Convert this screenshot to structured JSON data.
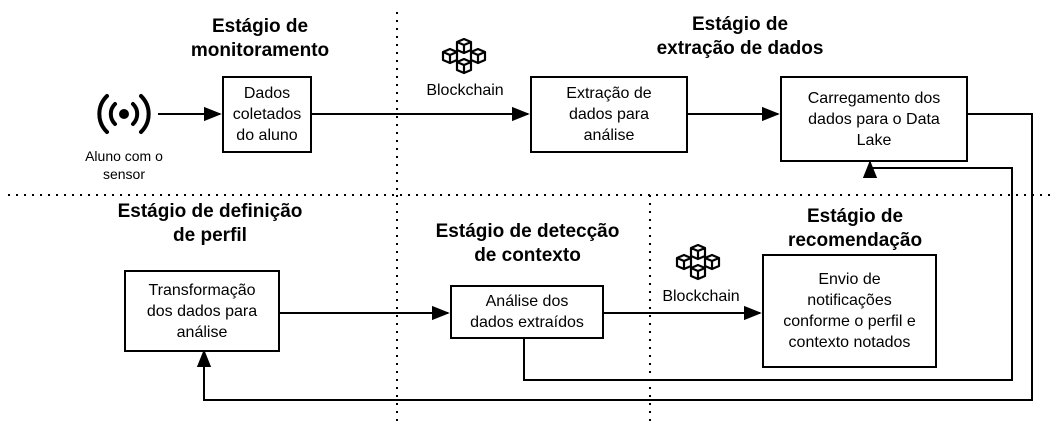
{
  "stages": {
    "monitoring": "Estágio de\nmonitoramento",
    "extraction": "Estágio de\nextração de dados",
    "profile": "Estágio de definição\nde perfil",
    "context": "Estágio de detecção\nde contexto",
    "recommendation": "Estágio de\nrecomendação"
  },
  "sensor": {
    "icon": "broadcast-icon",
    "label": "Aluno com o\nsensor"
  },
  "blockchain": {
    "icon": "blockchain-cubes-icon",
    "label_top": "Blockchain",
    "label_bottom": "Blockchain"
  },
  "boxes": {
    "collected": "Dados\ncoletados\ndo aluno",
    "extraction": "Extração de\ndados para\nanálise",
    "datalake": "Carregamento dos\ndados para o Data\nLake",
    "transform": "Transformação\ndos dados para\nanálise",
    "analysis": "Análise dos\ndados extraídos",
    "notify": "Envio de\nnotificações\nconforme o perfil e\ncontexto notados"
  },
  "colors": {
    "line": "#000000",
    "background": "#ffffff"
  }
}
